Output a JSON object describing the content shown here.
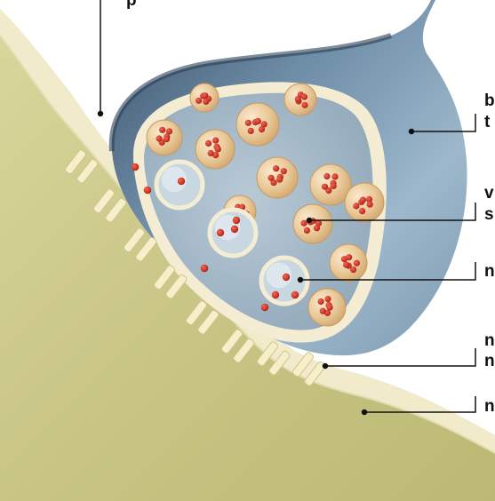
{
  "labels": {
    "top_fragment": "p",
    "bouton_line1": "b",
    "bouton_line2": "t",
    "vesicle_line1": "v",
    "vesicle_line2": "s",
    "neurotransmitter": "n",
    "receptor_line1": "n",
    "receptor_line2": "n",
    "membrane": "n"
  },
  "colors": {
    "terminal_blue": "#7f9fb6",
    "terminal_dark": "#2b3f55",
    "membrane_cream": "#f3eccf",
    "postsynaptic_olive": "#cbc98a",
    "vesicle_tan": "#e7c79a",
    "neurotransmitter_red": "#c92a20",
    "receptor_cream": "#f6efc9",
    "leader_line": "#111111"
  }
}
